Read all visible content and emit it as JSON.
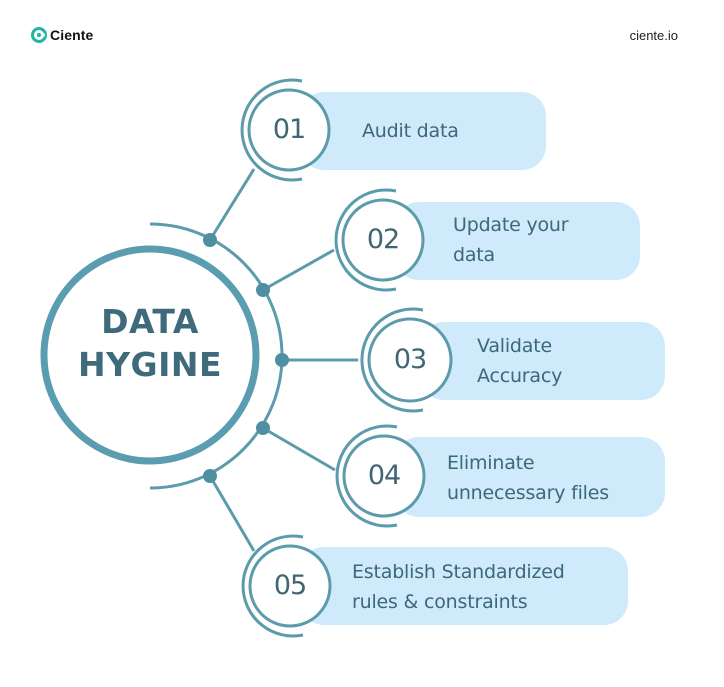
{
  "header": {
    "brand": "Ciente",
    "site": "ciente.io",
    "brand_icon": "ciente-logo-icon"
  },
  "hub": {
    "line1": "DATA",
    "line2": "HYGINE"
  },
  "colors": {
    "stroke": "#5b9bab",
    "pill_fill": "#cfeafb",
    "text": "#3e6a7b",
    "brand_accent": "#1fb5a3"
  },
  "steps": [
    {
      "number": "01",
      "line1": "Audit data",
      "line2": ""
    },
    {
      "number": "02",
      "line1": "Update your",
      "line2": "data"
    },
    {
      "number": "03",
      "line1": "Validate",
      "line2": "Accuracy"
    },
    {
      "number": "04",
      "line1": "Eliminate",
      "line2": "unnecessary files"
    },
    {
      "number": "05",
      "line1": "Establish Standardized",
      "line2": "rules & constraints"
    }
  ]
}
